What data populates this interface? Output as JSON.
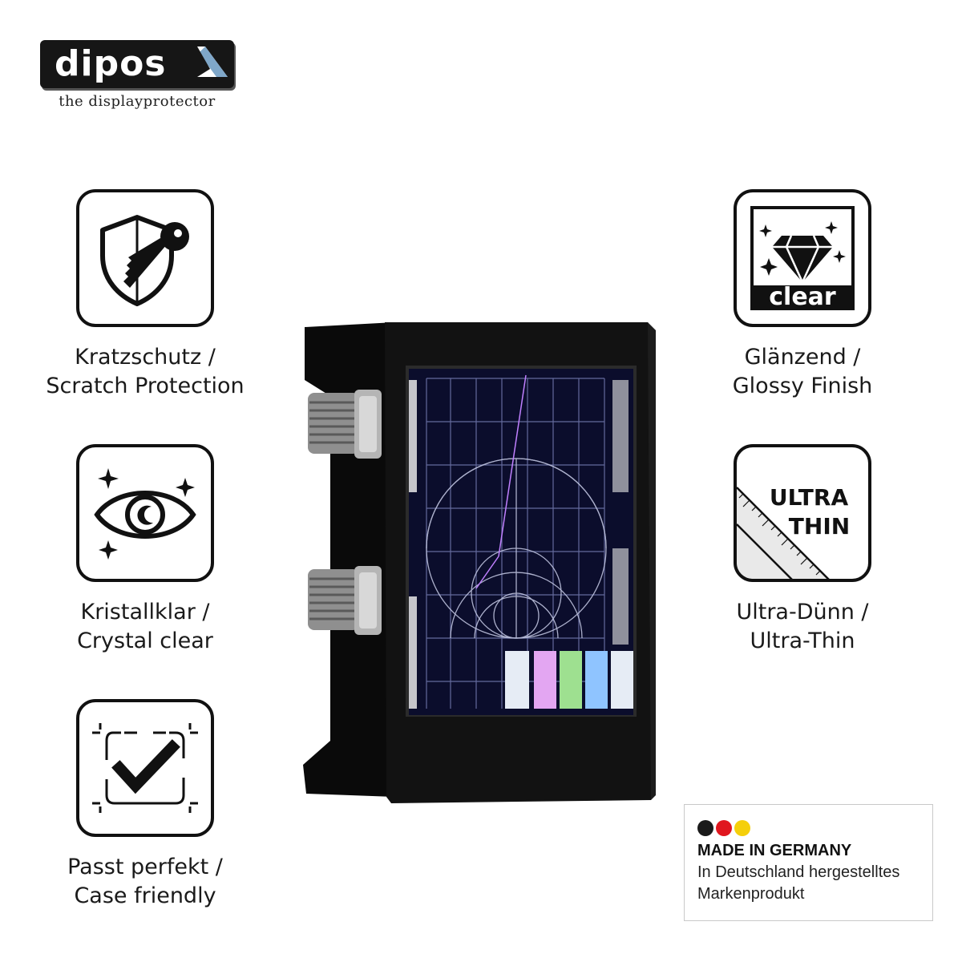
{
  "logo": {
    "wordmark": "dipos",
    "tagline": "the displayprotector"
  },
  "features": [
    {
      "icon": "shield-key-icon",
      "line1": "Kratzschutz /",
      "line2": "Scratch Protection"
    },
    {
      "icon": "eye-sparkle-icon",
      "line1": "Kristallklar /",
      "line2": "Crystal clear"
    },
    {
      "icon": "checkmark-frame-icon",
      "line1": "Passt perfekt /",
      "line2": "Case friendly"
    },
    {
      "icon": "diamond-clear-icon",
      "line1": "Glänzend /",
      "line2": "Glossy Finish",
      "badge_text": "clear"
    },
    {
      "icon": "ultra-thin-ruler-icon",
      "line1": "Ultra-Dünn /",
      "line2": "Ultra-Thin",
      "badge_line1": "ULTRA",
      "badge_line2": "THIN"
    }
  ],
  "made_in_germany": {
    "title": "MADE IN GERMANY",
    "line1": "In Deutschland hergestelltes",
    "line2": "Markenprodukt",
    "flag_colors": [
      "#1a1a1a",
      "#e0161e",
      "#f5cf0a"
    ]
  },
  "colors": {
    "tile_border": "#111111",
    "device_body": "#0d0d0d"
  }
}
